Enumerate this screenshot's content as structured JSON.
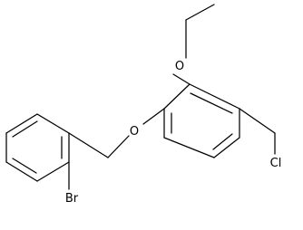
{
  "molecule": {
    "atoms": {
      "o_ethoxy": "O",
      "o_ether": "O",
      "chlorine": "Cl",
      "bromine": "Br"
    }
  },
  "colors": {
    "bond": "#000000",
    "label": "#000000",
    "background": "#ffffff"
  }
}
